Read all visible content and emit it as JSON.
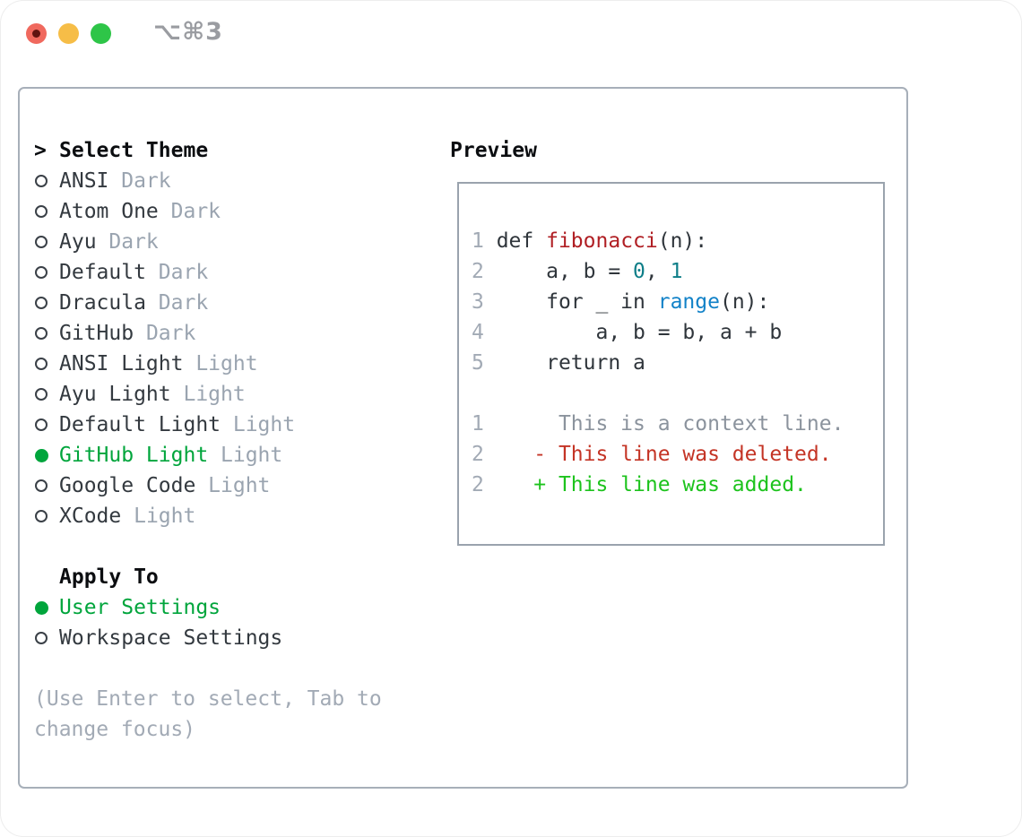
{
  "window": {
    "title": "⌥⌘3",
    "traffic_lights": [
      "close",
      "minimize",
      "zoom"
    ]
  },
  "colors": {
    "accent_green": "#00a53c",
    "diff_added_green": "#1dc31d",
    "diff_deleted_red": "#c43425",
    "function_red": "#b01f24",
    "number_teal": "#0e7e88",
    "builtin_blue": "#1282c8",
    "muted_gray": "#9aa4b0",
    "line_number_gray": "#a2aab5",
    "panel_border": "#a7afb9",
    "preview_border": "#9aa3ad"
  },
  "theme_panel": {
    "header_marker": ">",
    "header_label": "Select Theme",
    "themes": [
      {
        "name": "ANSI",
        "tag": "Dark",
        "selected": false
      },
      {
        "name": "Atom One",
        "tag": "Dark",
        "selected": false
      },
      {
        "name": "Ayu",
        "tag": "Dark",
        "selected": false
      },
      {
        "name": "Default",
        "tag": "Dark",
        "selected": false
      },
      {
        "name": "Dracula",
        "tag": "Dark",
        "selected": false
      },
      {
        "name": "GitHub",
        "tag": "Dark",
        "selected": false
      },
      {
        "name": "ANSI Light",
        "tag": "Light",
        "selected": false
      },
      {
        "name": "Ayu Light",
        "tag": "Light",
        "selected": false
      },
      {
        "name": "Default Light",
        "tag": "Light",
        "selected": false
      },
      {
        "name": "GitHub Light",
        "tag": "Light",
        "selected": true
      },
      {
        "name": "Google Code",
        "tag": "Light",
        "selected": false
      },
      {
        "name": "XCode",
        "tag": "Light",
        "selected": false
      }
    ],
    "apply_to_label": "Apply To",
    "apply_to_options": [
      {
        "name": "User Settings",
        "selected": true
      },
      {
        "name": "Workspace Settings",
        "selected": false
      }
    ],
    "help_lines": [
      "(Use Enter to select, Tab to",
      "change focus)"
    ]
  },
  "preview": {
    "label": "Preview",
    "lines": [
      {
        "tokens": [
          [
            "1",
            "ln"
          ],
          [
            " def ",
            "plain"
          ],
          [
            "fibonacci",
            "func"
          ],
          [
            "(n):",
            "plain"
          ]
        ]
      },
      {
        "tokens": [
          [
            "2",
            "ln"
          ],
          [
            "     a, b = ",
            "plain"
          ],
          [
            "0",
            "num"
          ],
          [
            ", ",
            "plain"
          ],
          [
            "1",
            "num"
          ]
        ]
      },
      {
        "tokens": [
          [
            "3",
            "ln"
          ],
          [
            "     for _ in ",
            "plain"
          ],
          [
            "range",
            "builtin"
          ],
          [
            "(n):",
            "plain"
          ]
        ]
      },
      {
        "tokens": [
          [
            "4",
            "ln"
          ],
          [
            "         a, b = b, a + b",
            "plain"
          ]
        ]
      },
      {
        "tokens": [
          [
            "5",
            "ln"
          ],
          [
            "     return a",
            "plain"
          ]
        ]
      },
      {
        "tokens": []
      },
      {
        "tokens": [
          [
            "1",
            "ln"
          ],
          [
            "      This is a context line.",
            "ctx"
          ]
        ]
      },
      {
        "tokens": [
          [
            "2",
            "ln"
          ],
          [
            "    - This line was deleted.",
            "del"
          ]
        ]
      },
      {
        "tokens": [
          [
            "2",
            "ln"
          ],
          [
            "    + This line was added.",
            "add"
          ]
        ]
      }
    ]
  }
}
